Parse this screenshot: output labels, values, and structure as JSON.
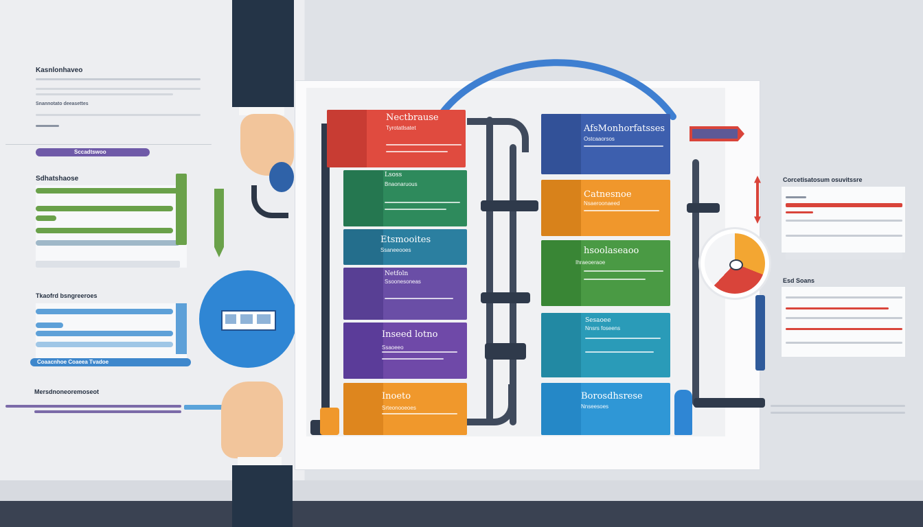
{
  "left_panel": {
    "heading_1": "Kasnlonhaveo",
    "sub_1": "Snannotato   deeasettes",
    "pill_1": "Sccadtswoo",
    "heading_2": "Sdhatshaose",
    "heading_3": "Tkaofrd bsngreeroes",
    "pill_3": "Coaacnhoe  Coaeea Tvadoe",
    "heading_4": "Mersdnoneoremoseot"
  },
  "cards_left": [
    {
      "title": "Nectbrause",
      "sub": "Tyrotatlsatet",
      "color": "#e04b3f"
    },
    {
      "title": "Lsoss",
      "sub": "Bnaonaruous",
      "color": "#2e8a5c"
    },
    {
      "title": "Etsmooites",
      "sub": "Ssaneeooes",
      "color": "#2b7fa0"
    },
    {
      "title": "Netfoln",
      "sub": "Ssoonesoneas",
      "color": "#6a4ea6"
    },
    {
      "title": "Inseed lotno",
      "sub": "Ssaoeeo",
      "color": "#6f49a8"
    },
    {
      "title": "Inoeto",
      "sub": "Srteonooeoes",
      "color": "#f0982c"
    }
  ],
  "cards_right": [
    {
      "title": "AfsMonhorfatsses",
      "sub": "Ostcaaorsos",
      "color": "#3d5fae"
    },
    {
      "title": "Catnesnoe",
      "sub": "Nsaeroonaeed",
      "color": "#f0972c"
    },
    {
      "title": "hsoolaseaoo",
      "sub": "Ihraeoeraoe",
      "color": "#4a9a44"
    },
    {
      "title": "Sesaoee",
      "sub": "Nnsrs foseens",
      "color": "#2a9bb8"
    },
    {
      "title": "Borosdhsrese",
      "sub": "Nnseesoes",
      "color": "#2f97d6"
    }
  ],
  "right_panel": {
    "heading_1": "Corcetisatosum osuvitssre",
    "heading_2": "Esd Soans"
  },
  "gauge": {
    "level": 0.62,
    "colors": [
      "#d9443a",
      "#f3a632",
      "#2e6ba8"
    ]
  },
  "accent": "#3e7fd1"
}
